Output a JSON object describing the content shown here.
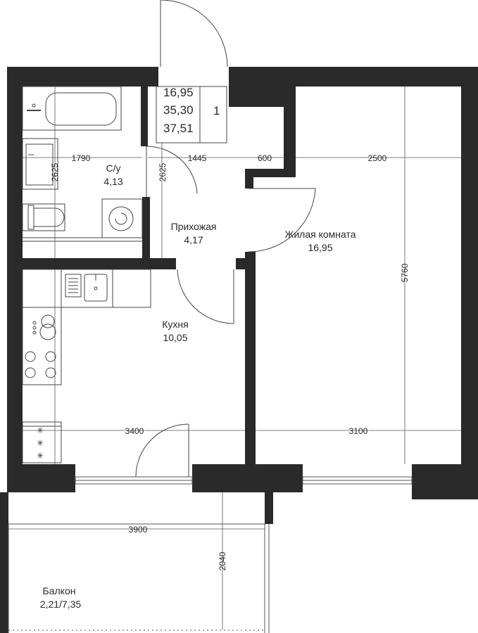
{
  "summary": {
    "areas": [
      "16,95",
      "35,30",
      "37,51"
    ],
    "rooms_count": "1"
  },
  "rooms": {
    "bathroom": {
      "name": "С/у",
      "area": "4,13"
    },
    "hallway": {
      "name": "Прихожая",
      "area": "4,17"
    },
    "living": {
      "name": "Жилая комната",
      "area": "16,95"
    },
    "kitchen": {
      "name": "Кухня",
      "area": "10,05"
    },
    "balcony": {
      "name": "Балкон",
      "area": "2,21/7,35"
    }
  },
  "dimensions": {
    "bath_width": "1790",
    "bath_depth": "2625",
    "hall_depth": "2625",
    "hall_width": "1445",
    "closet_width": "600",
    "living_width_top": "2500",
    "living_depth": "5760",
    "kitchen_width": "3400",
    "living_width_bottom": "3100",
    "balcony_width": "3900",
    "balcony_depth": "2040"
  },
  "colors": {
    "wall": "#2a2a2a",
    "line": "#555555",
    "fixture": "#444444"
  }
}
